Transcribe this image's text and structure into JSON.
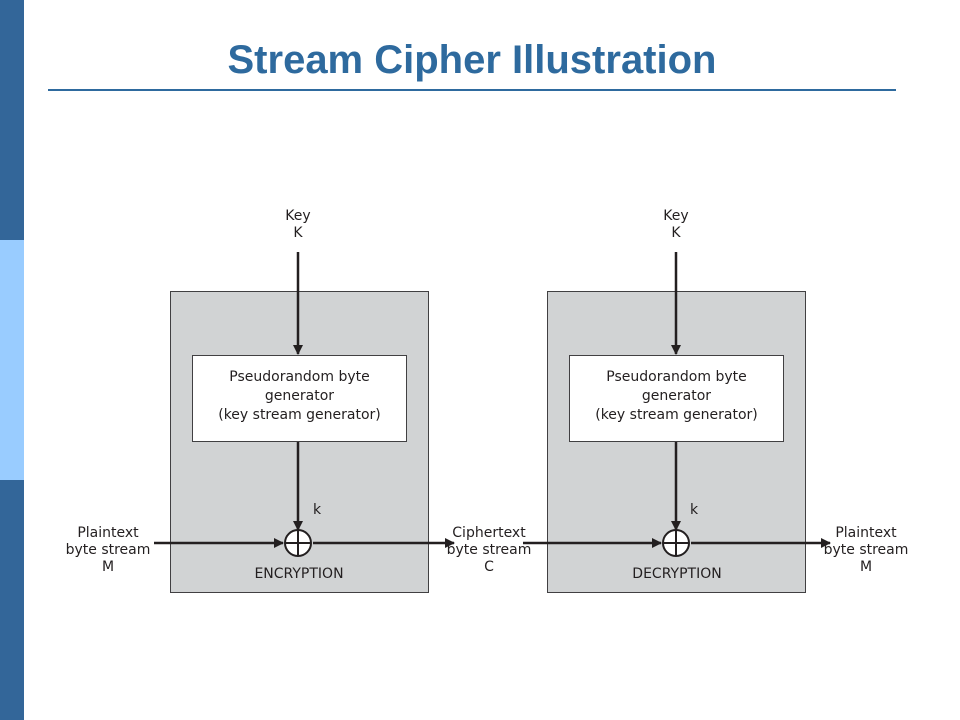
{
  "slide": {
    "title": "Stream Cipher Illustration"
  },
  "diagram": {
    "encryption": {
      "key_label": "Key",
      "key_symbol": "K",
      "generator_lines": [
        "Pseudorandom byte",
        "generator",
        "(key stream generator)"
      ],
      "keystream_label": "k",
      "box_label": "ENCRYPTION",
      "input_lines": [
        "Plaintext",
        "byte stream",
        "M"
      ]
    },
    "middle_lines": [
      "Ciphertext",
      "byte stream",
      "C"
    ],
    "decryption": {
      "key_label": "Key",
      "key_symbol": "K",
      "generator_lines": [
        "Pseudorandom byte",
        "generator",
        "(key stream generator)"
      ],
      "keystream_label": "k",
      "box_label": "DECRYPTION",
      "output_lines": [
        "Plaintext",
        "byte stream",
        "M"
      ]
    }
  },
  "colors": {
    "title": "#2e6a9e",
    "sidebar_dark": "#336699",
    "sidebar_light": "#99ccff",
    "box_fill": "#d1d3d4",
    "line": "#231f20"
  }
}
